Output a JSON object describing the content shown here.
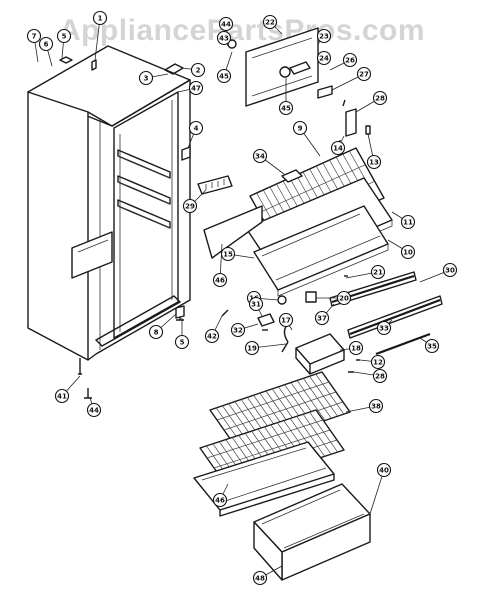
{
  "watermark": "AppliancePartsPros.com",
  "callouts": [
    {
      "id": "c1",
      "label": "1"
    },
    {
      "id": "c7",
      "label": "7"
    },
    {
      "id": "c6",
      "label": "6"
    },
    {
      "id": "c5",
      "label": "5"
    },
    {
      "id": "c2",
      "label": "2"
    },
    {
      "id": "c3",
      "label": "3"
    },
    {
      "id": "c47",
      "label": "47"
    },
    {
      "id": "c44a",
      "label": "44"
    },
    {
      "id": "c43",
      "label": "43"
    },
    {
      "id": "c22",
      "label": "22"
    },
    {
      "id": "c45a",
      "label": "45"
    },
    {
      "id": "c45b",
      "label": "45"
    },
    {
      "id": "c23",
      "label": "23"
    },
    {
      "id": "c24",
      "label": "24"
    },
    {
      "id": "c26",
      "label": "26"
    },
    {
      "id": "c27",
      "label": "27"
    },
    {
      "id": "c28",
      "label": "28"
    },
    {
      "id": "c9",
      "label": "9"
    },
    {
      "id": "c14",
      "label": "14"
    },
    {
      "id": "c13",
      "label": "13"
    },
    {
      "id": "c4",
      "label": "4"
    },
    {
      "id": "c34",
      "label": "34"
    },
    {
      "id": "c29",
      "label": "29"
    },
    {
      "id": "c11",
      "label": "11"
    },
    {
      "id": "c46a",
      "label": "46"
    },
    {
      "id": "c10",
      "label": "10"
    },
    {
      "id": "c15",
      "label": "15"
    },
    {
      "id": "c21",
      "label": "21"
    },
    {
      "id": "c30",
      "label": "30"
    },
    {
      "id": "c20",
      "label": "20"
    },
    {
      "id": "c16",
      "label": "16"
    },
    {
      "id": "c37",
      "label": "37"
    },
    {
      "id": "c31",
      "label": "31"
    },
    {
      "id": "c32",
      "label": "32"
    },
    {
      "id": "c17",
      "label": "17"
    },
    {
      "id": "c33",
      "label": "33"
    },
    {
      "id": "c35",
      "label": "35"
    },
    {
      "id": "c42",
      "label": "42"
    },
    {
      "id": "c8",
      "label": "8"
    },
    {
      "id": "c5b",
      "label": "5"
    },
    {
      "id": "c19",
      "label": "19"
    },
    {
      "id": "c18",
      "label": "18"
    },
    {
      "id": "c12",
      "label": "12"
    },
    {
      "id": "c28b",
      "label": "28"
    },
    {
      "id": "c41",
      "label": "41"
    },
    {
      "id": "c44b",
      "label": "44"
    },
    {
      "id": "c38",
      "label": "38"
    },
    {
      "id": "c40",
      "label": "40"
    },
    {
      "id": "c48",
      "label": "48"
    },
    {
      "id": "c46b",
      "label": "46"
    }
  ]
}
